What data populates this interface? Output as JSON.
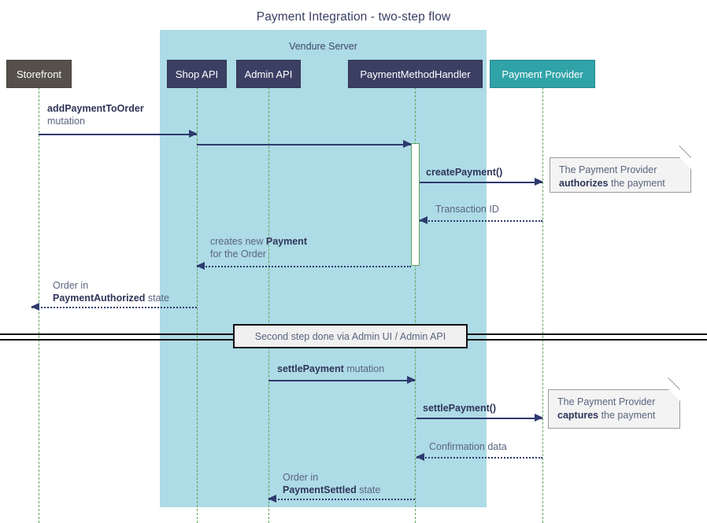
{
  "title": "Payment Integration - two-step flow",
  "group": {
    "label": "Vendure Server",
    "color": "#addbe6"
  },
  "colors": {
    "storefront": "#555049",
    "vendure_component": "#3b3f63",
    "provider": "#30a3a8",
    "lifeline": "#5fa55f",
    "arrow": "#2e3a6e",
    "note_bg": "#f3f3f3",
    "note_border": "#9b9b9b"
  },
  "participants": [
    {
      "id": "storefront",
      "label": "Storefront",
      "style": "storefront"
    },
    {
      "id": "shop-api",
      "label": "Shop API",
      "style": "vendure_component"
    },
    {
      "id": "admin-api",
      "label": "Admin API",
      "style": "vendure_component"
    },
    {
      "id": "handler",
      "label": "PaymentMethodHandler",
      "style": "vendure_component"
    },
    {
      "id": "provider",
      "label": "Payment Provider",
      "style": "provider"
    }
  ],
  "messages": [
    {
      "id": "add-payment-to-order",
      "from": "storefront",
      "to": "shop-api",
      "kind": "call",
      "label_bold": "addPaymentToOrder",
      "label_rest": "",
      "label_line2": "mutation"
    },
    {
      "id": "shop-api-to-handler",
      "from": "shop-api",
      "to": "handler",
      "kind": "call",
      "label_bold": "",
      "label_rest": "",
      "label_line2": ""
    },
    {
      "id": "create-payment",
      "from": "handler",
      "to": "provider",
      "kind": "call",
      "label_bold": "createPayment()",
      "label_rest": "",
      "label_line2": ""
    },
    {
      "id": "transaction-id",
      "from": "provider",
      "to": "handler",
      "kind": "return",
      "label_bold": "",
      "label_rest": "Transaction ID",
      "label_line2": ""
    },
    {
      "id": "creates-new-payment",
      "from": "handler",
      "to": "shop-api",
      "kind": "return",
      "label_pre": "creates new ",
      "label_bold": "Payment",
      "label_line2": "for the Order"
    },
    {
      "id": "order-payment-authorized",
      "from": "shop-api",
      "to": "storefront",
      "kind": "return",
      "label_line1": "Order in",
      "label_bold": "PaymentAuthorized",
      "label_post": " state"
    },
    {
      "id": "settle-payment-mutation",
      "from": "admin-api",
      "to": "handler",
      "kind": "call",
      "label_bold": "settlePayment",
      "label_post": " mutation"
    },
    {
      "id": "settle-payment-call",
      "from": "handler",
      "to": "provider",
      "kind": "call",
      "label_bold": "settlePayment()"
    },
    {
      "id": "confirmation-data",
      "from": "provider",
      "to": "handler",
      "kind": "return",
      "label_rest": "Confirmation data"
    },
    {
      "id": "order-payment-settled",
      "from": "handler",
      "to": "admin-api",
      "kind": "return",
      "label_line1": "Order in",
      "label_bold": "PaymentSettled",
      "label_post": " state"
    }
  ],
  "notes": [
    {
      "id": "note-authorizes",
      "line1": "The Payment Provider",
      "bold": "authorizes",
      "line2_rest": " the payment"
    },
    {
      "id": "note-captures",
      "line1": "The Payment Provider",
      "bold": "captures",
      "line2_rest": " the payment"
    }
  ],
  "divider": {
    "label": "Second step done via Admin UI / Admin API"
  }
}
